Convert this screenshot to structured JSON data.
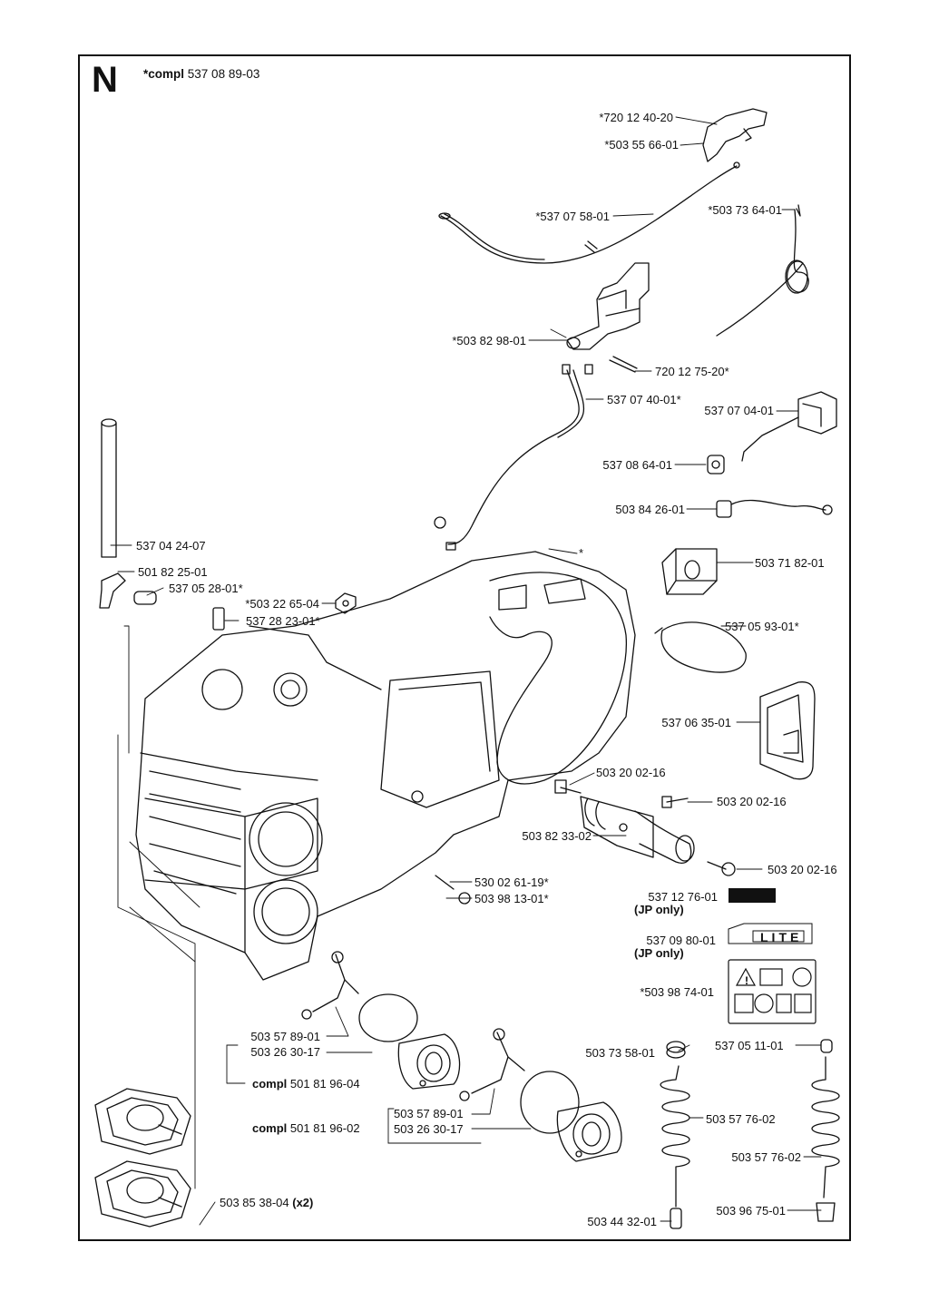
{
  "section": "N",
  "compl_title": {
    "prefix": "*compl",
    "number": "537 08 89-03"
  },
  "parts": {
    "p1": "*720 12 40-20",
    "p2": "*503 55 66-01",
    "p3": "*537 07 58-01",
    "p4": "*503 73 64-01",
    "p5": "*503 82 98-01",
    "p6": "720 12 75-20*",
    "p7": "537 07 40-01*",
    "p8": "537 07 04-01",
    "p9": "537 08 64-01",
    "p10": "503 84 26-01",
    "p11": "537 04 24-07",
    "p12": "*",
    "p13": "501 82 25-01",
    "p14": "537 05 28-01*",
    "p15": "*503 22 65-04",
    "p16": "537 28 23-01*",
    "p17": "503 71 82-01",
    "p18": "537 05 93-01*",
    "p19": "537 06 35-01",
    "p20": "503 20 02-16",
    "p21": "503 20 02-16",
    "p22": "503 82 33-02",
    "p23": "503 20 02-16",
    "p24": "530 02 61-19*",
    "p25": "503 98 13-01*",
    "p26": "537 12 76-01",
    "p27": "(JP only)",
    "p28": "537 09 80-01",
    "p29": "(JP only)",
    "p30": "*503 98 74-01",
    "p31": "503 57 89-01",
    "p32": "503 26 30-17",
    "p33": "501 81 96-04",
    "p34": "503 73 58-01",
    "p35": "537 05 11-01",
    "p36": "503 57 89-01",
    "p37": "503 26 30-17",
    "p38": "501 81 96-02",
    "p39": "503 57 76-02",
    "p40": "503 57 76-02",
    "p41": "503 85 38-04",
    "p42": "503 44 32-01",
    "p43": "503 96 75-01"
  },
  "compl_prefix": "compl",
  "x2_suffix": "(x2)",
  "decal_text": "LITE"
}
